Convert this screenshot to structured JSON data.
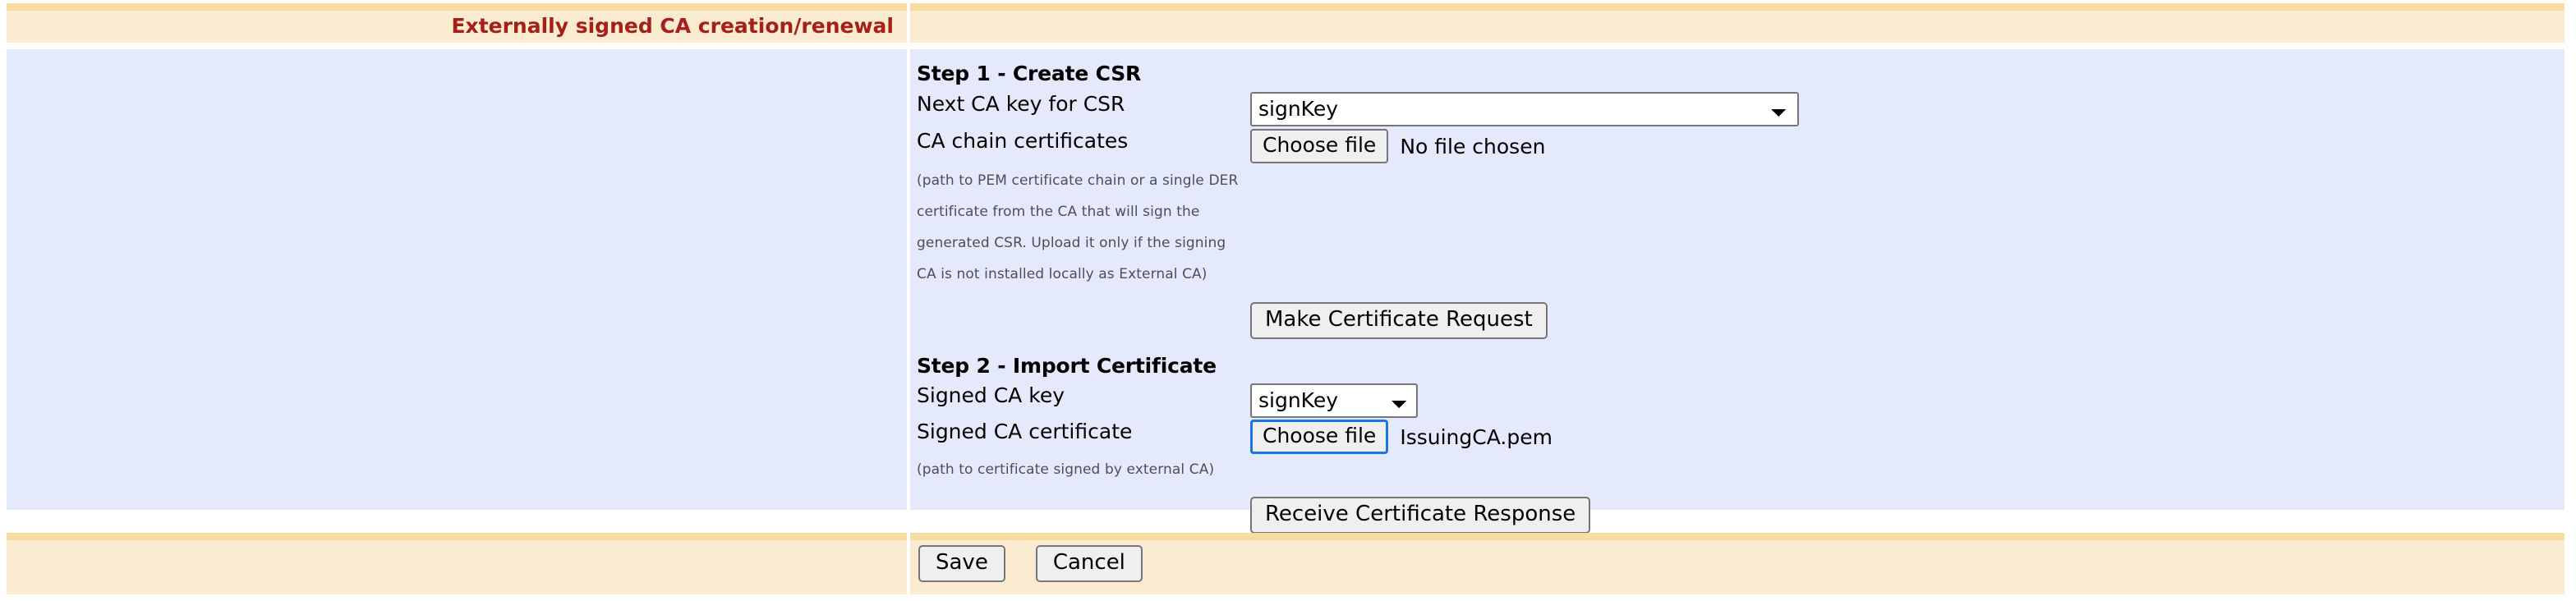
{
  "header": {
    "title": "Externally signed CA creation/renewal",
    "accent_color": "#a52019",
    "band_color": "#fbebd1",
    "strip_color": "#f8dda2"
  },
  "main": {
    "band_color": "#e4e9fb",
    "step1": {
      "heading": "Step 1 - Create CSR",
      "next_ca_key": {
        "label": "Next CA key for CSR",
        "selected": "signKey",
        "options": [
          "signKey"
        ]
      },
      "ca_chain": {
        "label": "CA chain certificates",
        "button_label": "Choose file",
        "file_status": "No file chosen",
        "hint_lines": [
          "(path to PEM certificate chain or a single DER",
          "certificate from the CA that will sign the",
          "generated CSR. Upload it only if the signing",
          "CA is not installed locally as External CA)"
        ]
      },
      "make_request_button": "Make Certificate Request"
    },
    "step2": {
      "heading": "Step 2 - Import Certificate",
      "signed_ca_key": {
        "label": "Signed CA key",
        "selected": "signKey",
        "options": [
          "signKey"
        ]
      },
      "signed_ca_cert": {
        "label": "Signed CA certificate",
        "button_label": "Choose file",
        "file_status": "IssuingCA.pem",
        "focused": true,
        "focus_color": "#1a73e8",
        "hint_lines": [
          "(path to certificate signed by external CA)"
        ]
      },
      "receive_response_button": "Receive Certificate Response"
    }
  },
  "footer": {
    "band_color": "#fbebd1",
    "save_label": "Save",
    "cancel_label": "Cancel"
  }
}
